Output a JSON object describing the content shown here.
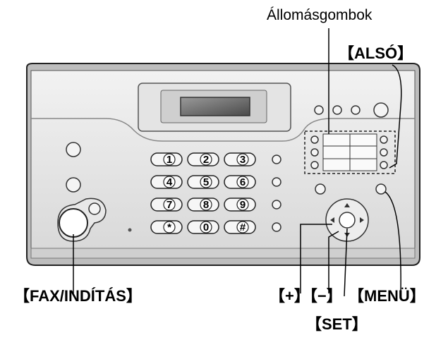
{
  "labels": {
    "station_buttons": "Állomásgombok",
    "lower": "【ALSÓ】",
    "fax_start": "【FAX/INDÍTÁS】",
    "plus_minus": "【+】【−】",
    "menu": "【MENÜ】",
    "set": "【SET】"
  },
  "keypad": {
    "keys": [
      "1",
      "2",
      "3",
      "4",
      "5",
      "6",
      "7",
      "8",
      "9",
      "*",
      "0",
      "#"
    ]
  }
}
